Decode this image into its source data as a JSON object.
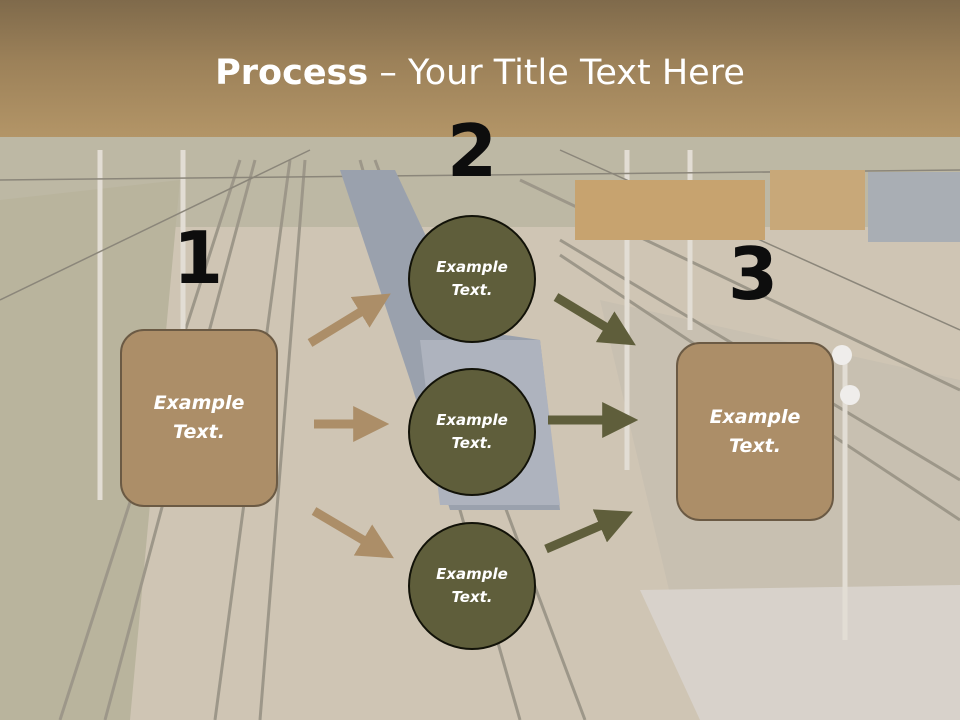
{
  "title": {
    "bold": "Process",
    "rest": " – Your Title Text Here"
  },
  "steps": [
    {
      "number": "1",
      "text": "Example\nText."
    },
    {
      "number": "2",
      "items": [
        "Example\nText.",
        "Example\nText.",
        "Example\nText."
      ]
    },
    {
      "number": "3",
      "text": "Example\nText."
    }
  ],
  "colors": {
    "banner": "#9c8159",
    "box": "#ac8e68",
    "circle": "#5f5e3b",
    "arrow_in": "#ac8e68",
    "arrow_out": "#5f5e3b"
  }
}
